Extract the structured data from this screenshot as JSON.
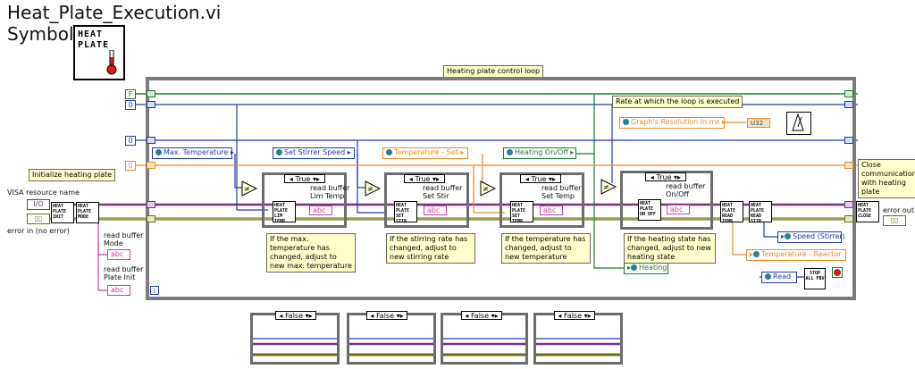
{
  "window": {
    "title": "Heat_Plate_Execution.vi",
    "symbol_label": "Symbol:",
    "icon_line1": "HEAT",
    "icon_line2": "PLATE"
  },
  "loop": {
    "label": "Heating plate control loop",
    "iteration_label": "i"
  },
  "comments": {
    "init": "Initialize heating plate",
    "rate": "Rate at which the loop is executed",
    "close": "Close communication with heating plate",
    "maxtemp": "If the max. temperature has changed, adjust to new max. temperature",
    "stir": "If the stirring rate has changed, adjust to new stirring rate",
    "temp": "If the temperature has changed, adjust to new temperature",
    "heat": "If the heating state has changed, adjust to new heating state"
  },
  "labels": {
    "visa": "VISA resource name",
    "error_in": "error in (no error)",
    "error_out": "error out",
    "read_mode": "read buffer Mode",
    "read_init": "read buffer Plate Init",
    "read_lim": "read buffer Lim Temp",
    "read_stir": "read buffer Set Stir",
    "read_temp": "read buffer Set Temp",
    "read_onoff": "read buffer On/Off"
  },
  "controls": {
    "max_temp": "Max. Temperature",
    "stirrer_speed": "Set Stirrer Speed",
    "temp_set": "Temperature - Set",
    "heat_onoff": "Heating On/Off",
    "graph_res": "Graph's Resolution in ms",
    "speed_stirrer": "Speed (Stirrer)",
    "temp_reactor": "Temperature - Reactor",
    "heating": "Heating",
    "read": "Read",
    "u32": "U32",
    "stop": "STOP ALL FBV"
  },
  "constants": {
    "bool_f": "F",
    "zero1": "0",
    "zero2": "0",
    "zero3": "0",
    "visa_term": "I/O",
    "err_term": "▯▯",
    "err_out_term": "▯▯",
    "abc": "abc"
  },
  "cases": {
    "true": "True",
    "false": "False",
    "neq": "≠"
  },
  "subvis": {
    "init": "HEAT PLATE INIT",
    "mode": "HEAT PLATE MODE",
    "lim": "HEAT PLATE LIM TEMP",
    "stir": "HEAT PLATE SET STIR",
    "temp": "HEAT PLATE SET TEMP",
    "onoff": "HEAT PLATE ON OFF",
    "read1": "HEAT PLATE READ TEMP",
    "read2": "HEAT PLATE READ STIR",
    "close": "HEAT PLATE CLOSE"
  },
  "colors": {
    "blue": "#1e3ca8",
    "orange": "#e98b2a",
    "green": "#1d7a31",
    "pink": "#c83fa6",
    "olive": "#6b6b17",
    "loop_border": "#7c7c7c"
  }
}
